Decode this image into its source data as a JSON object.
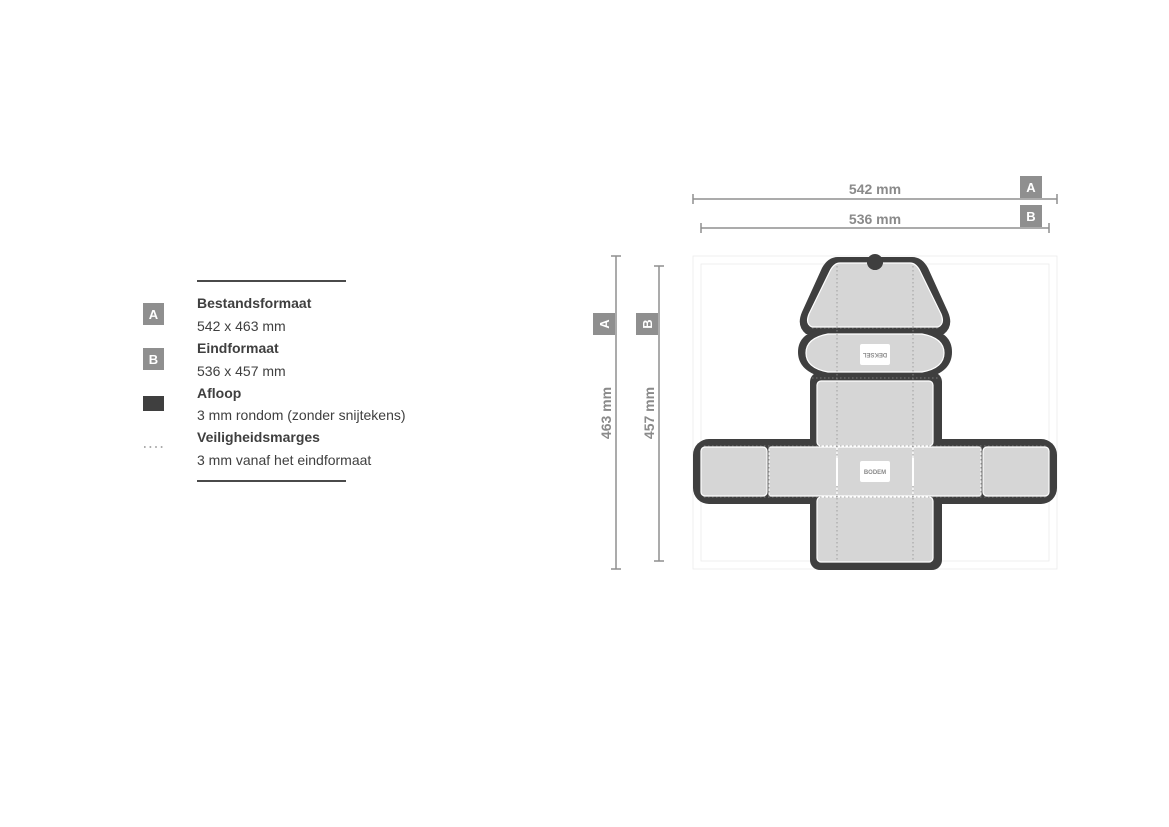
{
  "legend": {
    "items": [
      {
        "marker": "A",
        "title": "Bestandsformaat",
        "desc": "542 x 463 mm"
      },
      {
        "marker": "B",
        "title": "Eindformaat",
        "desc": "536 x 457 mm"
      },
      {
        "marker": "bleed-swatch",
        "title": "Afloop",
        "desc": "3 mm rondom (zonder snijtekens)"
      },
      {
        "marker": "dotted-line",
        "title": "Veiligheidsmarges",
        "desc": "3 mm vanaf het eindformaat"
      }
    ]
  },
  "dimensions": {
    "a_width": "542 mm",
    "b_width": "536 mm",
    "a_height": "463 mm",
    "b_height": "457 mm",
    "a_marker": "A",
    "b_marker": "B"
  },
  "panels": {
    "lid": "DEKSEL",
    "bottom": "BODEM"
  },
  "colors": {
    "bleed": "#3f3f3f",
    "panel": "#d6d6d6",
    "dimension": "#8f8f8f"
  }
}
